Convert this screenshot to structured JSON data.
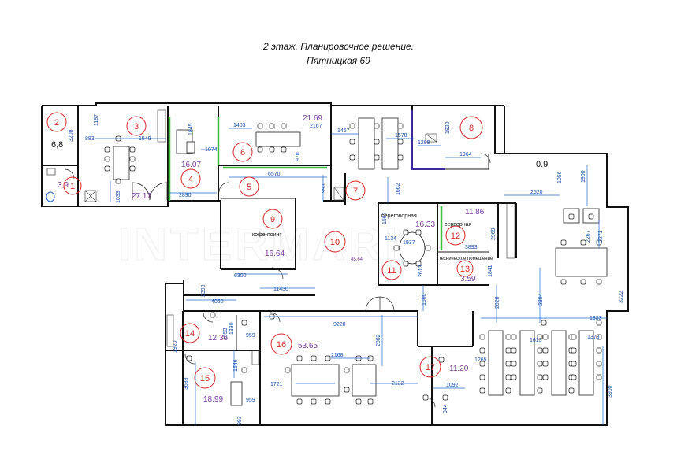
{
  "title_line1": "2 этаж. Планировочное решение.",
  "title_line2": "Пятницкая 69",
  "watermark": "INTERMARK",
  "rooms": [
    {
      "num": "1",
      "area": "3,9"
    },
    {
      "num": "2",
      "area": "6,8"
    },
    {
      "num": "3",
      "area": "27.17"
    },
    {
      "num": "4",
      "area": "16.07"
    },
    {
      "num": "5",
      "area": ""
    },
    {
      "num": "6",
      "area": "21.69"
    },
    {
      "num": "7",
      "area": ""
    },
    {
      "num": "8",
      "area": ""
    },
    {
      "num": "9",
      "area": "16.64",
      "label": "кофе-поинт"
    },
    {
      "num": "10",
      "area": "45.64"
    },
    {
      "num": "11",
      "area": "16.33",
      "label": "переговорная"
    },
    {
      "num": "12",
      "area": "11.86",
      "label": "серверная"
    },
    {
      "num": "13",
      "area": "3.59",
      "label": "техническое помещение"
    },
    {
      "num": "14",
      "area": "12.36"
    },
    {
      "num": "15",
      "area": "18.99"
    },
    {
      "num": "16",
      "area": "53.65"
    },
    {
      "num": "17",
      "area": "11.20"
    }
  ],
  "corridor_area": "0.9",
  "dimensions": {
    "d1187": "1187",
    "d883": "883",
    "d3208": "3208",
    "d1549": "1549",
    "d1033": "1033",
    "d1845": "1845",
    "d1074": "1074",
    "d2890": "2890",
    "d1403": "1403",
    "d2167": "2167",
    "d970": "970",
    "d6570": "6570",
    "d1467": "1467",
    "d1578": "1578",
    "d1289": "1289",
    "d1920": "1920",
    "d1964": "1964",
    "d1662": "1662",
    "d2520": "2520",
    "d1056": "1056",
    "d1900": "1900",
    "d2267": "2267",
    "d2271": "2271",
    "d1567": "1567",
    "d1134": "1134",
    "d2969": "2969",
    "d3893": "3893",
    "d1841": "1841",
    "d2613": "2613",
    "d6300": "6300",
    "d11430": "11430",
    "d2390": "2390",
    "d4060": "4060",
    "d1600": "1600",
    "d2020": "2020",
    "d2394": "2394",
    "d3222": "3222",
    "d9220": "9220",
    "d1383": "1383",
    "d1373": "1373",
    "d1613": "1613",
    "d1380": "1380",
    "d959a": "959",
    "d2802": "2802",
    "d1265": "1265",
    "d2168": "2168",
    "d2132": "2132",
    "d1721": "1721",
    "d1092": "1092",
    "d944": "944",
    "d3688": "3688",
    "d1546": "1546",
    "d959b": "959",
    "d3900": "3900",
    "d993": "993",
    "d1920b": "1920",
    "d1937": "1937",
    "d1953": "1953"
  },
  "colors": {
    "walls": "#111111",
    "dimensions": "#2266cc",
    "room_numbers": "#d62a2a",
    "areas": "#7a3b9a",
    "partition": "#3fbf3f"
  }
}
